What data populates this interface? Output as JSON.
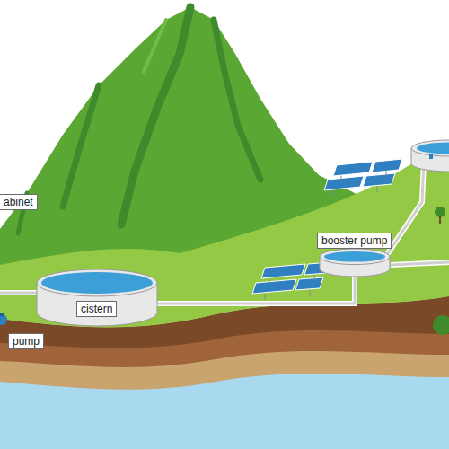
{
  "diagram": {
    "nodes": [
      {
        "text": [
          "cistern"
        ]
      },
      {
        "text": [
          "booster pump"
        ]
      }
    ],
    "edges": [
      {
        "from": 0,
        "to": 1,
        "arrow": "none"
      }
    ],
    "labels": [
      "abinet",
      "pump"
    ]
  }
}
